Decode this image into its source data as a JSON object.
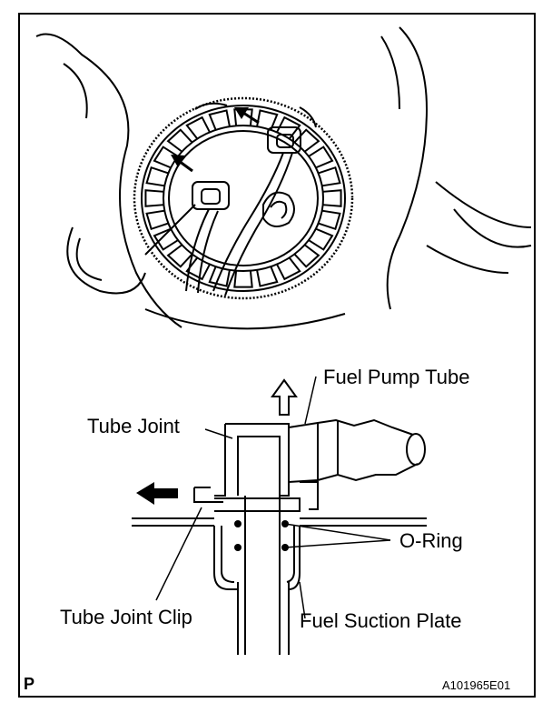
{
  "labels": {
    "fuel_pump_tube": "Fuel Pump Tube",
    "tube_joint": "Tube Joint",
    "o_ring": "O-Ring",
    "tube_joint_clip": "Tube Joint Clip",
    "fuel_suction_plate": "Fuel Suction Plate"
  },
  "corner_mark": "P",
  "figure_code": "A101965E01"
}
